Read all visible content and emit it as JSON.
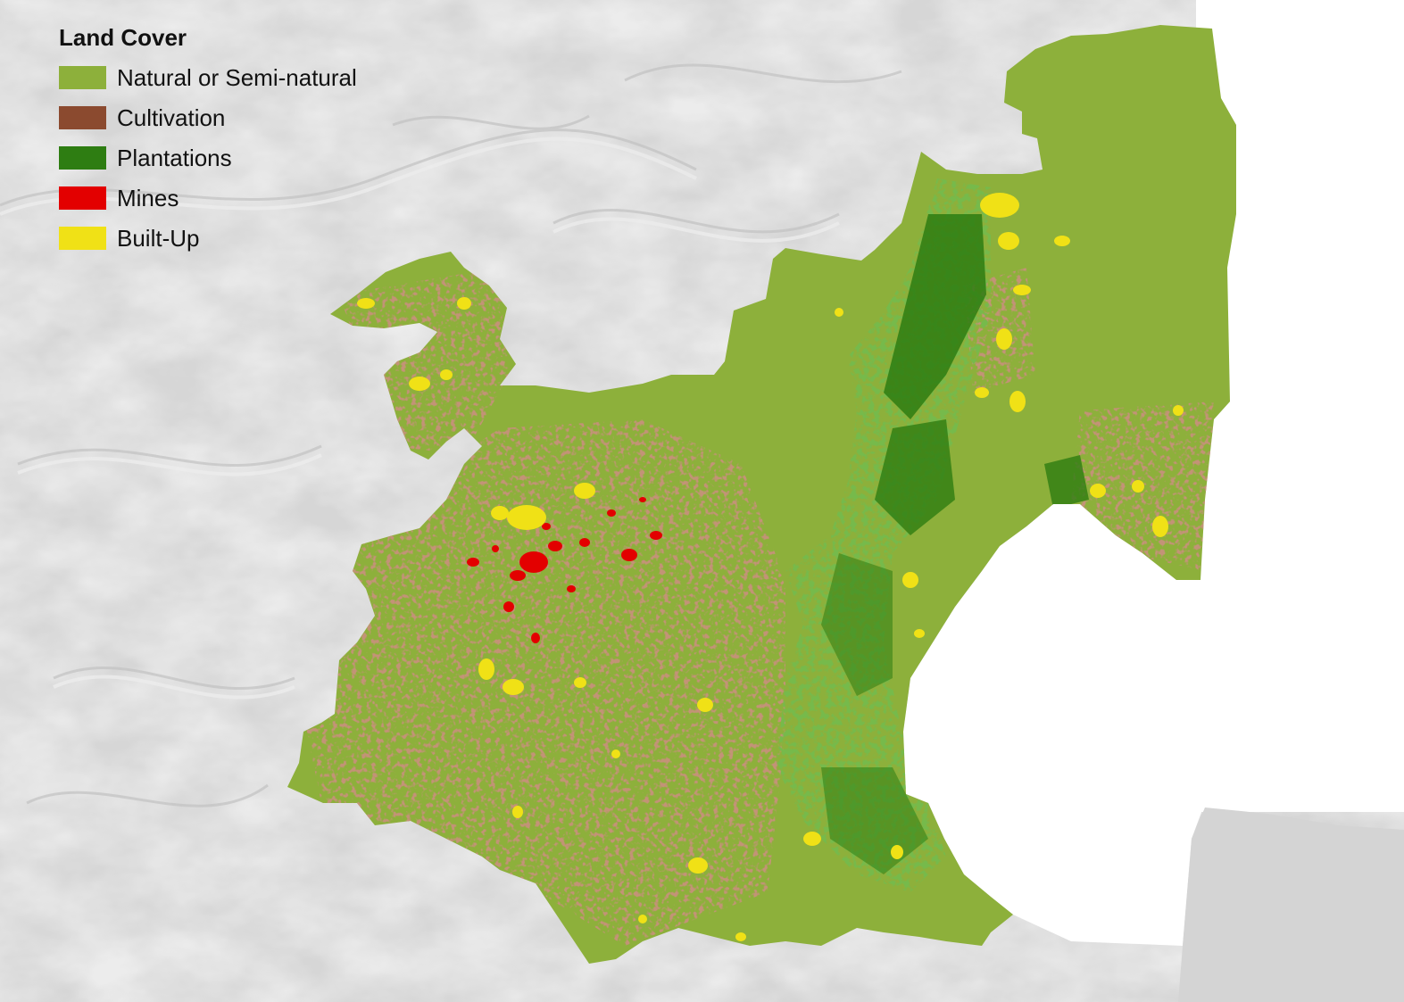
{
  "legend": {
    "title": "Land Cover",
    "items": [
      {
        "label": "Natural or Semi-natural",
        "color": "#8db03b",
        "icon": "swatch-natural"
      },
      {
        "label": "Cultivation",
        "color": "#8b4a2f",
        "icon": "swatch-cultivation"
      },
      {
        "label": "Plantations",
        "color": "#2e7d12",
        "icon": "swatch-plantations"
      },
      {
        "label": "Mines",
        "color": "#e30000",
        "icon": "swatch-mines"
      },
      {
        "label": "Built-Up",
        "color": "#f0e116",
        "icon": "swatch-built-up"
      }
    ]
  },
  "colors": {
    "hillshade": "#d6d6d6",
    "hillshade_light": "#e6e6e6",
    "hillshade_dark": "#c4c4c4",
    "no_data": "#ffffff"
  }
}
